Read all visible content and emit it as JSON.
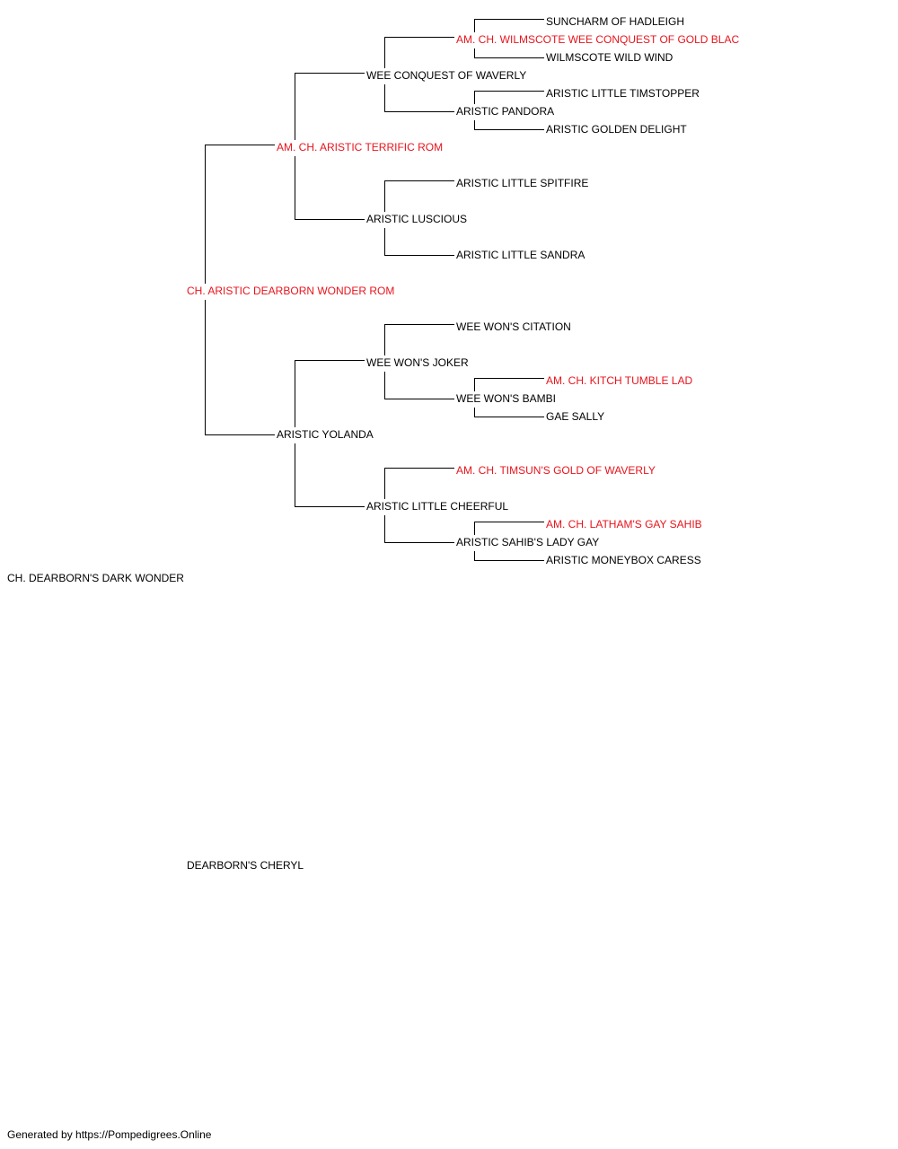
{
  "colors": {
    "champion": "#e8141c",
    "regular": "#000000",
    "connector": "#000000"
  },
  "pedigree": {
    "subject": "CH. DEARBORN'S DARK WONDER",
    "sire": "CH. ARISTIC DEARBORN WONDER ROM",
    "dam": "DEARBORN'S CHERYL",
    "ss": "AM. CH. ARISTIC TERRIFIC ROM",
    "sd": "ARISTIC YOLANDA",
    "sss": "WEE CONQUEST OF WAVERLY",
    "ssd": "ARISTIC LUSCIOUS",
    "sds": "WEE WON'S JOKER",
    "sdd": "ARISTIC LITTLE CHEERFUL",
    "ssss": "AM. CH. WILMSCOTE WEE CONQUEST OF GOLD BLAC",
    "sssd": "ARISTIC PANDORA",
    "ssds": "ARISTIC LITTLE SPITFIRE",
    "ssdd": "ARISTIC LITTLE SANDRA",
    "sdss": "WEE WON'S CITATION",
    "sdsd": "WEE WON'S BAMBI",
    "sdds": "AM. CH. TIMSUN'S GOLD OF WAVERLY",
    "sddd": "ARISTIC SAHIB'S LADY GAY",
    "sssss": "SUNCHARM OF HADLEIGH",
    "ssssd": "WILMSCOTE WILD WIND",
    "sssds": "ARISTIC LITTLE TIMSTOPPER",
    "sssdd": "ARISTIC GOLDEN DELIGHT",
    "sdsds": "AM. CH. KITCH TUMBLE LAD",
    "sdsdd": "GAE SALLY",
    "sddds": "AM. CH. LATHAM'S GAY SAHIB",
    "sdddd": "ARISTIC MONEYBOX CARESS"
  },
  "footer": "Generated by https://Pompedigrees.Online"
}
